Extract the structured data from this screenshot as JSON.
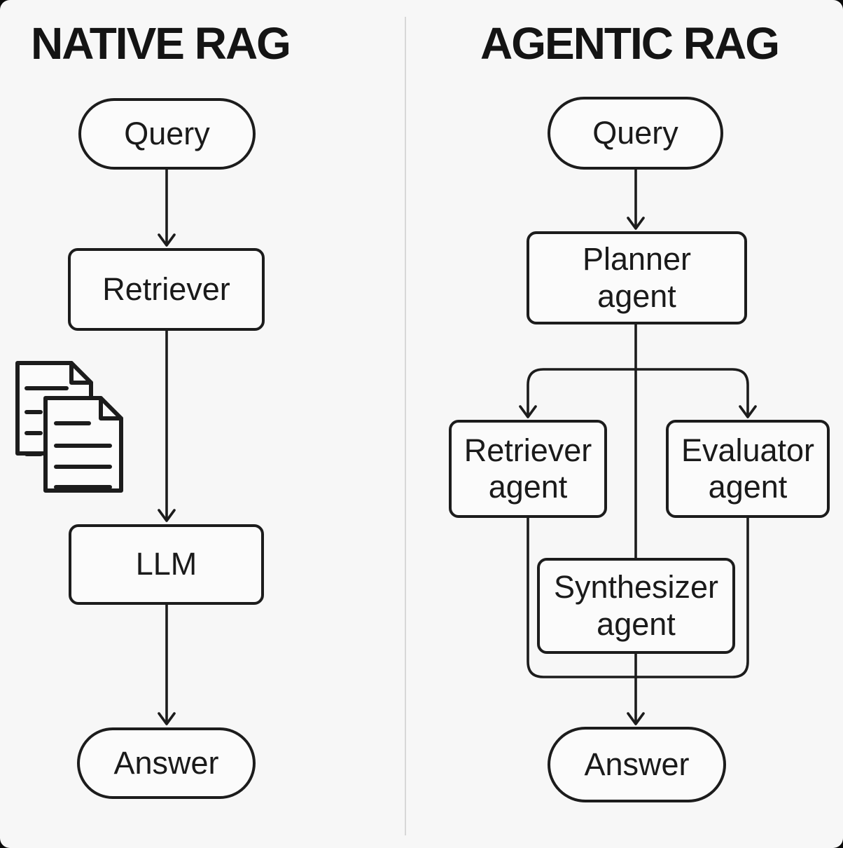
{
  "diagram": {
    "kind": "flowchart-comparison",
    "left_panel": {
      "title": "NATIVE RAG",
      "nodes": {
        "query": "Query",
        "retriever": "Retriever",
        "llm": "LLM",
        "answer": "Answer"
      },
      "icons": [
        {
          "name": "documents-icon",
          "meaning": "retrieved documents"
        }
      ],
      "flow": [
        "Query -> Retriever",
        "Retriever -> LLM",
        "LLM -> Answer"
      ]
    },
    "right_panel": {
      "title": "AGENTIC RAG",
      "nodes": {
        "query": "Query",
        "planner": "Planner\nagent",
        "retriever_agent": "Retriever\nagent",
        "evaluator_agent": "Evaluator\nagent",
        "synthesizer_agent": "Synthesizer\nagent",
        "answer": "Answer"
      },
      "flow": [
        "Query -> Planner agent",
        "Planner agent -> Retriever agent",
        "Planner agent -> Evaluator agent",
        "Planner agent -> Synthesizer agent",
        "Retriever agent -> Synthesizer agent",
        "Evaluator agent -> Synthesizer agent",
        "Synthesizer agent -> Answer"
      ]
    },
    "colors": {
      "background": "#f7f7f7",
      "stroke": "#1c1c1c",
      "node_fill": "#fbfbfb",
      "divider": "#d8d8d8",
      "text": "#161616"
    }
  }
}
